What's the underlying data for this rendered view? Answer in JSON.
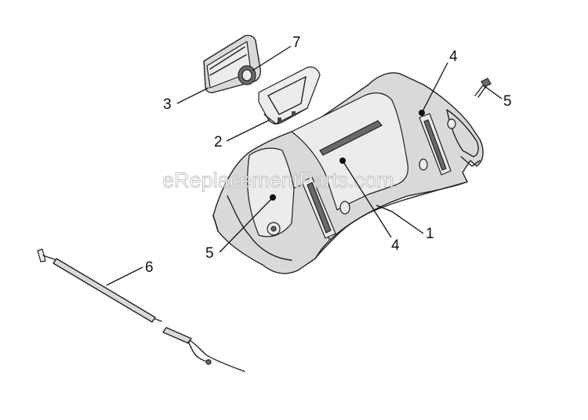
{
  "watermark": "eReplacementParts.com",
  "callouts": {
    "c1": "1",
    "c2": "2",
    "c3": "3",
    "c4a": "4",
    "c4b": "4",
    "c5a": "5",
    "c5b": "5",
    "c6": "6",
    "c7": "7"
  }
}
